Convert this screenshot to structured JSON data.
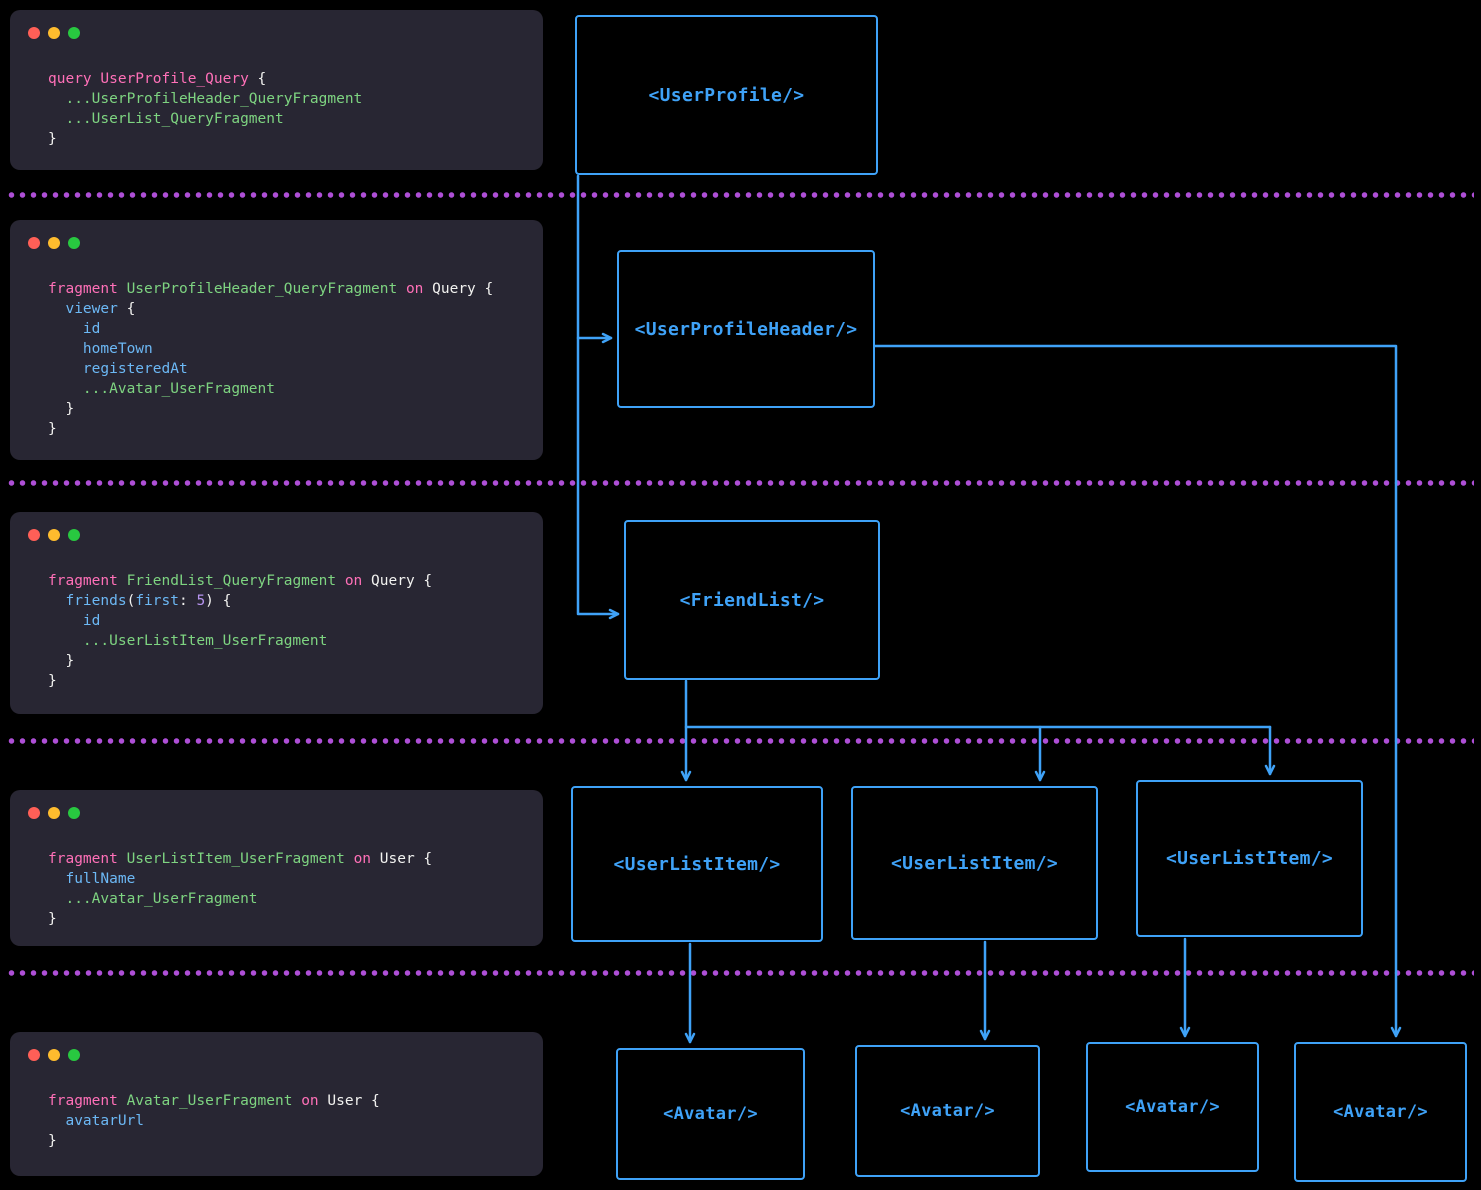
{
  "colors": {
    "background": "#000000",
    "window_bg": "#282633",
    "diagram_blue": "#3fa2f7",
    "separator_purple": "#ae4fd6",
    "traffic_red": "#ff5f57",
    "traffic_yellow": "#febc2e",
    "traffic_green": "#28c840",
    "code_keyword_pink": "#ff70b8",
    "code_fragment_green": "#7ed481",
    "code_field_blue": "#6cb8f5",
    "code_number_purple": "#b794f0",
    "code_plain_white": "#f2f2f0"
  },
  "editors": [
    {
      "name": "user-profile-query",
      "lines": [
        [
          [
            "query ",
            "kw"
          ],
          [
            "UserProfile_Query ",
            "kw"
          ],
          [
            "{",
            "plain"
          ]
        ],
        [
          [
            "  ",
            "plain"
          ],
          [
            "...UserProfileHeader_QueryFragment",
            "name"
          ]
        ],
        [
          [
            "  ",
            "plain"
          ],
          [
            "...UserList_QueryFragment",
            "name"
          ]
        ],
        [
          [
            "}",
            "plain"
          ]
        ]
      ]
    },
    {
      "name": "user-profile-header-fragment",
      "lines": [
        [
          [
            "fragment ",
            "kw"
          ],
          [
            "UserProfileHeader_QueryFragment",
            "name"
          ],
          [
            " ",
            "plain"
          ],
          [
            "on",
            "kw"
          ],
          [
            " Query {",
            "plain"
          ]
        ],
        [
          [
            "  ",
            "plain"
          ],
          [
            "viewer",
            "field"
          ],
          [
            " {",
            "plain"
          ]
        ],
        [
          [
            "    ",
            "plain"
          ],
          [
            "id",
            "field"
          ]
        ],
        [
          [
            "    ",
            "plain"
          ],
          [
            "homeTown",
            "field"
          ]
        ],
        [
          [
            "    ",
            "plain"
          ],
          [
            "registeredAt",
            "field"
          ]
        ],
        [
          [
            "    ",
            "plain"
          ],
          [
            "...Avatar_UserFragment",
            "name"
          ]
        ],
        [
          [
            "  }",
            "plain"
          ]
        ],
        [
          [
            "}",
            "plain"
          ]
        ]
      ]
    },
    {
      "name": "friend-list-fragment",
      "lines": [
        [
          [
            "fragment ",
            "kw"
          ],
          [
            "FriendList_QueryFragment",
            "name"
          ],
          [
            " ",
            "plain"
          ],
          [
            "on",
            "kw"
          ],
          [
            " Query {",
            "plain"
          ]
        ],
        [
          [
            "  ",
            "plain"
          ],
          [
            "friends",
            "field"
          ],
          [
            "(",
            "plain"
          ],
          [
            "first",
            "field"
          ],
          [
            ": ",
            "plain"
          ],
          [
            "5",
            "num"
          ],
          [
            ") {",
            "plain"
          ]
        ],
        [
          [
            "    ",
            "plain"
          ],
          [
            "id",
            "field"
          ]
        ],
        [
          [
            "    ",
            "plain"
          ],
          [
            "...UserListItem_UserFragment",
            "name"
          ]
        ],
        [
          [
            "  }",
            "plain"
          ]
        ],
        [
          [
            "}",
            "plain"
          ]
        ]
      ]
    },
    {
      "name": "user-list-item-fragment",
      "lines": [
        [
          [
            "fragment ",
            "kw"
          ],
          [
            "UserListItem_UserFragment",
            "name"
          ],
          [
            " ",
            "plain"
          ],
          [
            "on",
            "kw"
          ],
          [
            " User {",
            "plain"
          ]
        ],
        [
          [
            "  ",
            "plain"
          ],
          [
            "fullName",
            "field"
          ]
        ],
        [
          [
            "  ",
            "plain"
          ],
          [
            "...Avatar_UserFragment",
            "name"
          ]
        ],
        [
          [
            "}",
            "plain"
          ]
        ]
      ]
    },
    {
      "name": "avatar-fragment",
      "lines": [
        [
          [
            "fragment ",
            "kw"
          ],
          [
            "Avatar_UserFragment",
            "name"
          ],
          [
            " ",
            "plain"
          ],
          [
            "on",
            "kw"
          ],
          [
            " User {",
            "plain"
          ]
        ],
        [
          [
            "  ",
            "plain"
          ],
          [
            "avatarUrl",
            "field"
          ]
        ],
        [
          [
            "}",
            "plain"
          ]
        ]
      ]
    }
  ],
  "diagram": {
    "nodes": [
      {
        "id": "user-profile",
        "label": "<UserProfile/>"
      },
      {
        "id": "user-profile-header",
        "label": "<UserProfileHeader/>"
      },
      {
        "id": "friend-list",
        "label": "<FriendList/>"
      },
      {
        "id": "user-list-item-1",
        "label": "<UserListItem/>"
      },
      {
        "id": "user-list-item-2",
        "label": "<UserListItem/>"
      },
      {
        "id": "user-list-item-3",
        "label": "<UserListItem/>"
      },
      {
        "id": "avatar-1",
        "label": "<Avatar/>"
      },
      {
        "id": "avatar-2",
        "label": "<Avatar/>"
      },
      {
        "id": "avatar-3",
        "label": "<Avatar/>"
      },
      {
        "id": "avatar-4",
        "label": "<Avatar/>"
      }
    ]
  }
}
